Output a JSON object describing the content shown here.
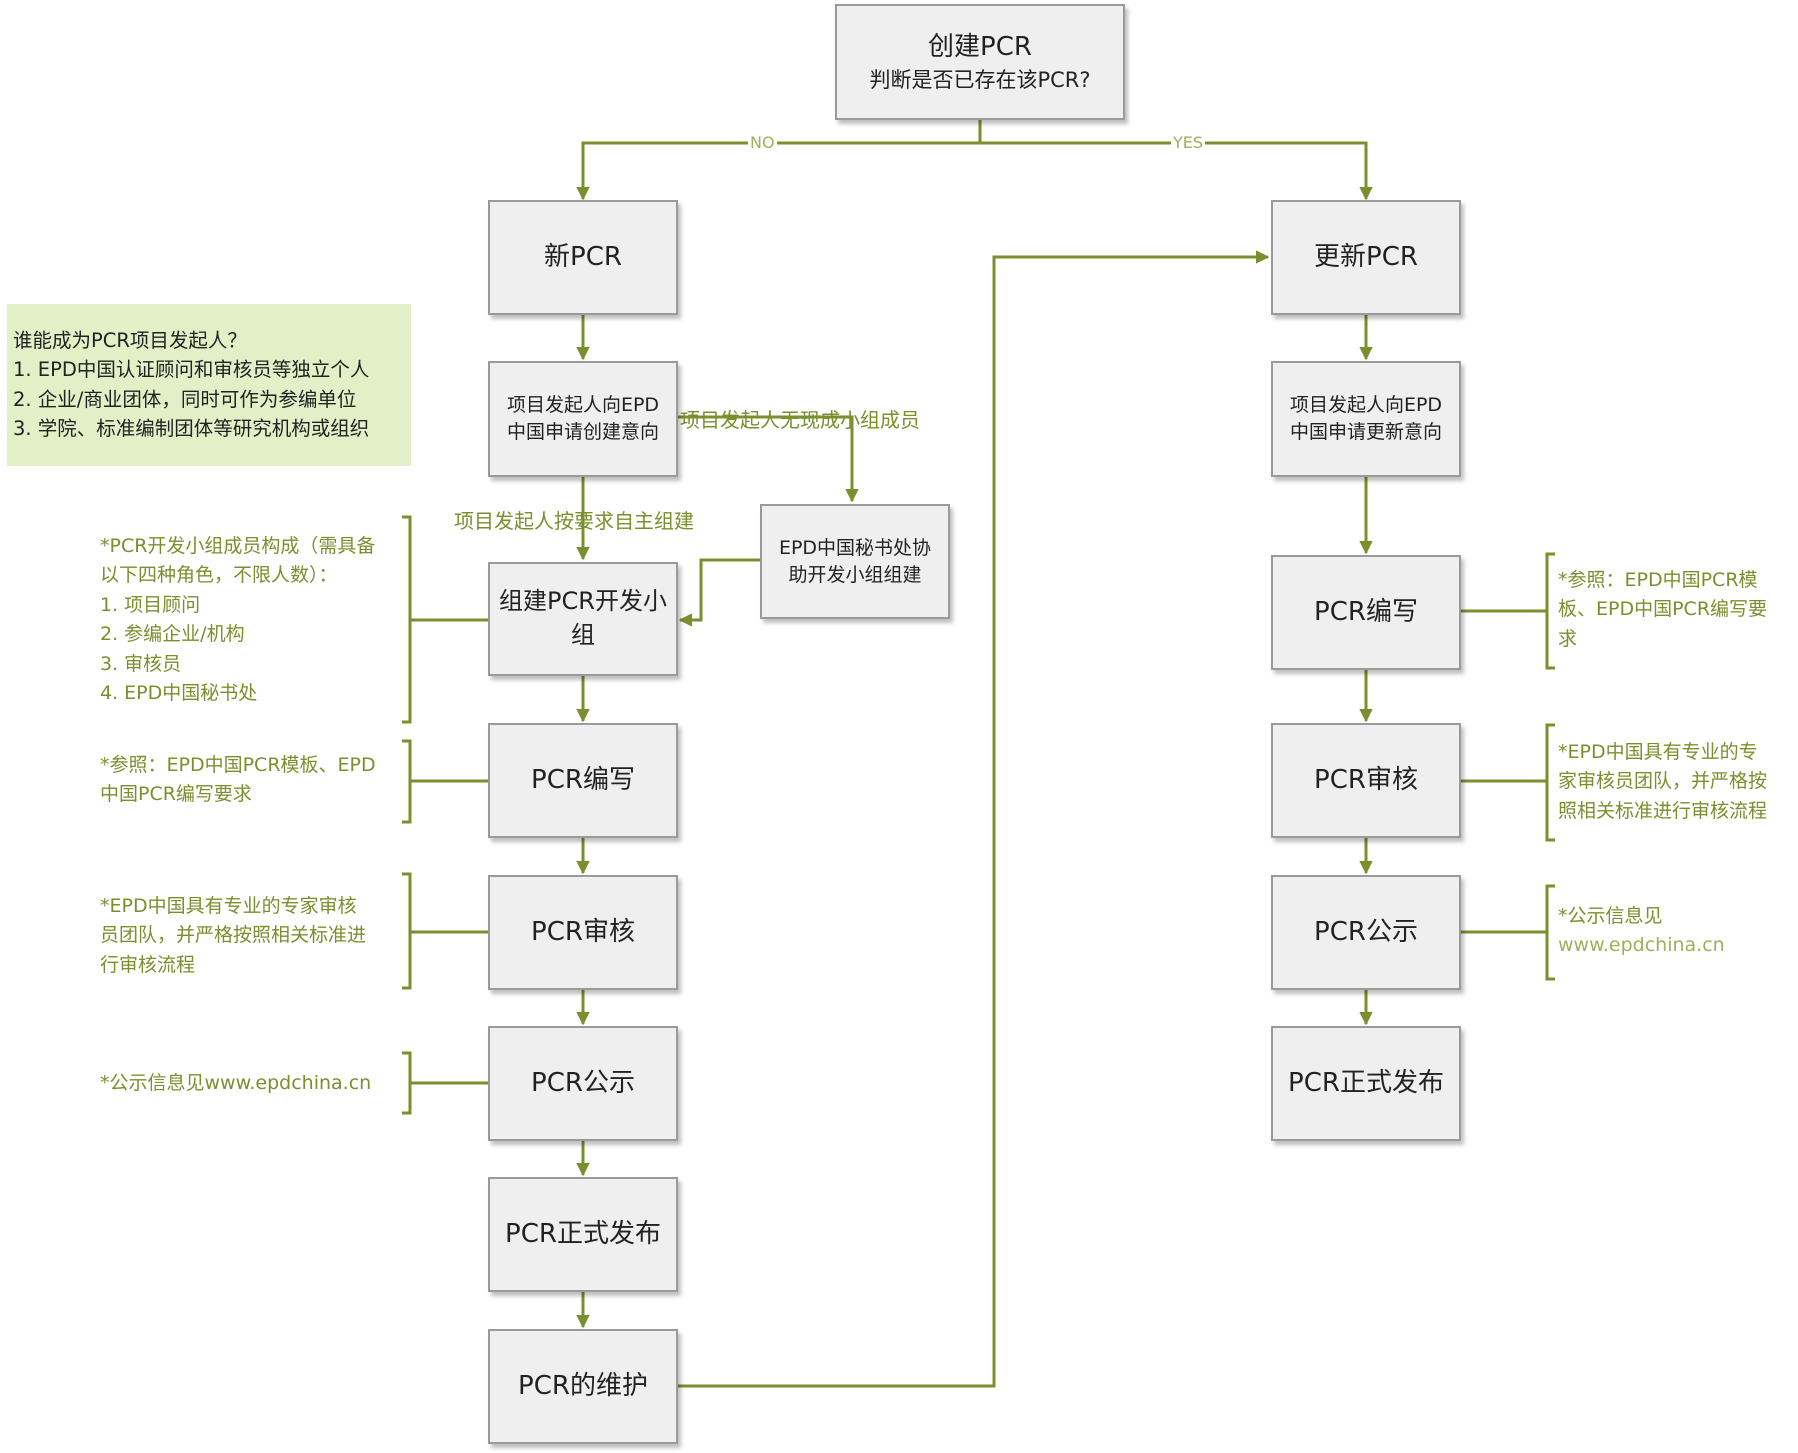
{
  "nodes": {
    "create": {
      "line1": "创建PCR",
      "line2": "判断是否已存在该PCR?"
    },
    "new_pcr": "新PCR",
    "new_intent": {
      "line1": "项目发起人向EPD",
      "line2": "中国申请创建意向"
    },
    "secretariat_help": {
      "line1": "EPD中国秘书处协",
      "line2": "助开发小组组建"
    },
    "build_team": {
      "line1": "组建PCR开发小",
      "line2": "组"
    },
    "l_write": "PCR编写",
    "l_review": "PCR审核",
    "l_publicity": "PCR公示",
    "l_release": "PCR正式发布",
    "l_maintain": "PCR的维护",
    "update_pcr": "更新PCR",
    "update_intent": {
      "line1": "项目发起人向EPD",
      "line2": "中国申请更新意向"
    },
    "r_write": "PCR编写",
    "r_review": "PCR审核",
    "r_publicity": "PCR公示",
    "r_release": "PCR正式发布"
  },
  "edge_labels": {
    "no": "NO",
    "yes": "YES",
    "self_build": "项目发起人按要求自主组建",
    "no_members": "项目发起人无现成小组成员"
  },
  "info_box": {
    "title": "谁能成为PCR项目发起人？",
    "items": [
      "1. EPD中国认证顾问和审核员等独立个人",
      "2. 企业/商业团体，同时可作为参编单位",
      "3. 学院、标准编制团体等研究机构或组织"
    ]
  },
  "notes": {
    "team_members": {
      "lines": [
        "*PCR开发小组成员构成（需具备",
        "以下四种角色，不限人数）："
      ],
      "items": [
        "1. 项目顾问",
        "2. 参编企业/机构",
        "3. 审核员",
        "4. EPD中国秘书处"
      ]
    },
    "l_write_ref": {
      "lines": [
        "*参照：EPD中国PCR模板、EPD",
        "中国PCR编写要求"
      ]
    },
    "l_review_team": {
      "lines": [
        "*EPD中国具有专业的专家审核",
        "员团队，并严格按照相关标准进",
        "行审核流程"
      ]
    },
    "l_publicity_info": {
      "text": "*公示信息见www.epdchina.cn"
    },
    "r_write_ref": {
      "lines": [
        "*参照：EPD中国PCR模",
        "板、EPD中国PCR编写要",
        "求"
      ]
    },
    "r_review_team": {
      "lines": [
        "*EPD中国具有专业的专",
        "家审核员团队，并严格按",
        "照相关标准进行审核流程"
      ]
    },
    "r_publicity_info": {
      "lines": [
        "*公示信息见",
        "www.epdchina.cn"
      ]
    }
  },
  "colors": {
    "line": "#7a8f2e",
    "note_text": "#7a8f2e",
    "box_fill": "#efefef",
    "box_border": "#9a9a9a",
    "info_fill": "#e3efc7"
  }
}
